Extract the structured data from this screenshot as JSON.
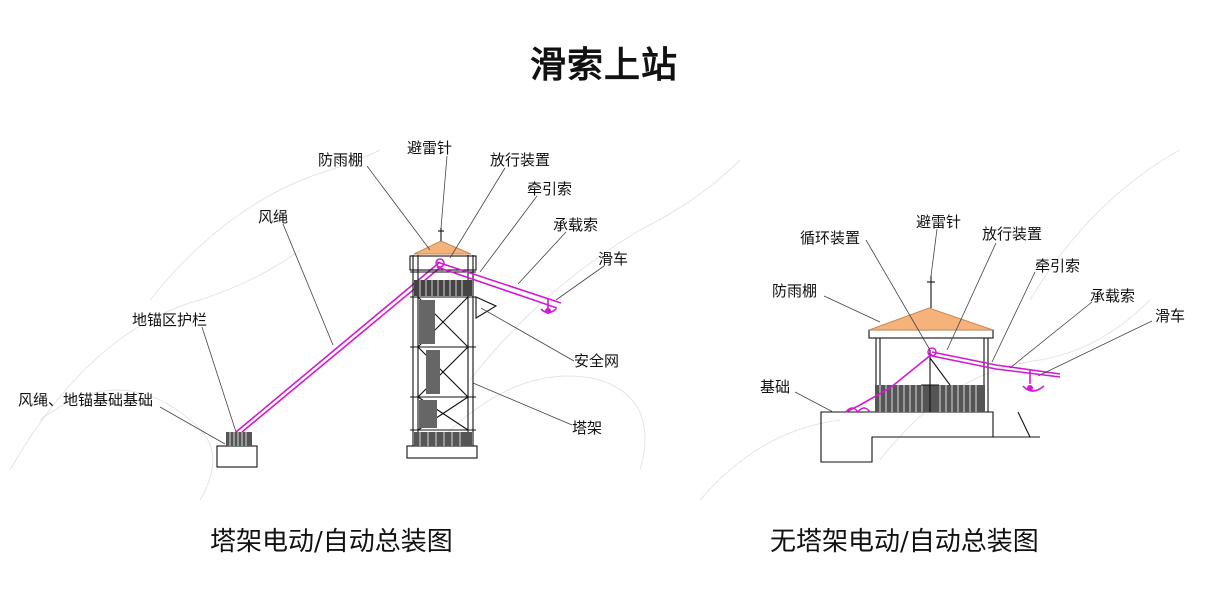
{
  "title": "滑索上站",
  "left_diagram": {
    "caption": "塔架电动/自动总装图",
    "labels": {
      "lightning_rod": "避雷针",
      "rain_shelter": "防雨棚",
      "release_device": "放行装置",
      "traction_rope": "牵引索",
      "carrying_rope": "承载索",
      "trolley": "滑车",
      "wind_rope": "风绳",
      "anchor_guardrail": "地锚区护栏",
      "foundation": "风绳、地锚基础基础",
      "safety_net": "安全网",
      "tower": "塔架"
    }
  },
  "right_diagram": {
    "caption": "无塔架电动/自动总装图",
    "labels": {
      "lightning_rod": "避雷针",
      "circulation_device": "循环装置",
      "release_device": "放行装置",
      "traction_rope": "牵引索",
      "rain_shelter": "防雨棚",
      "carrying_rope": "承载索",
      "trolley": "滑车",
      "foundation": "基础"
    }
  },
  "colors": {
    "roof": "#f5b27a",
    "rope": "#d21ad2",
    "line": "#111111"
  }
}
